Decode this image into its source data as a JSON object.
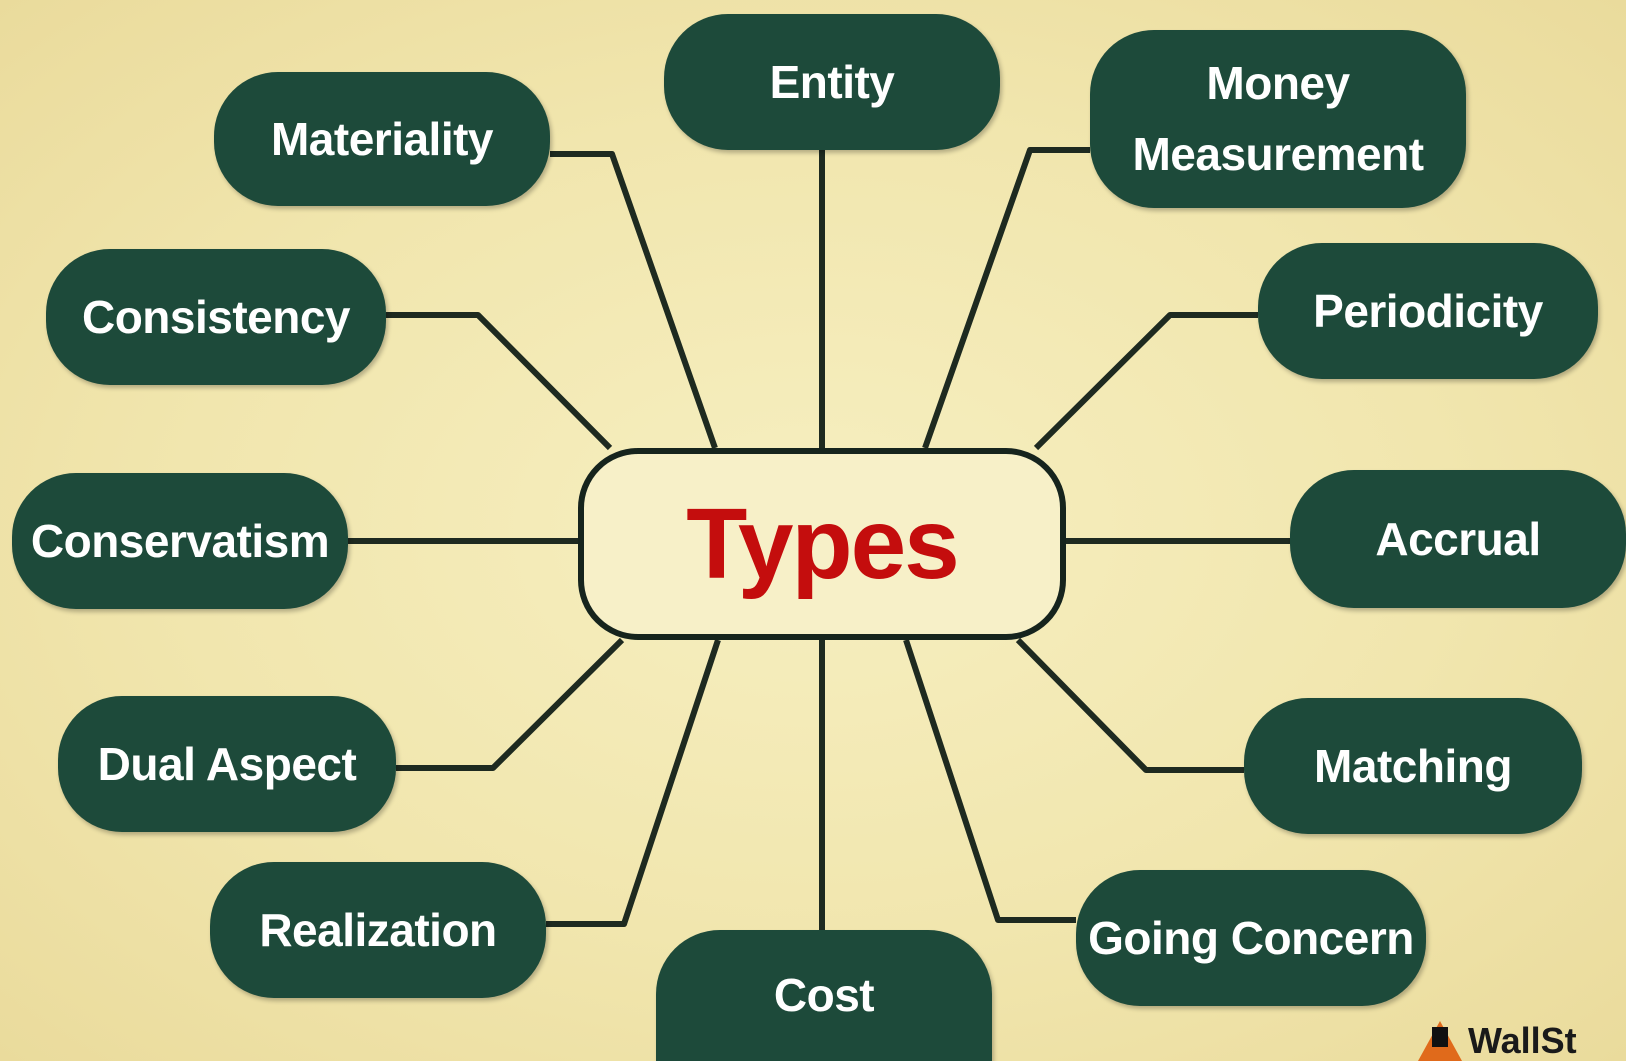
{
  "diagram": {
    "center": "Types",
    "nodes": {
      "entity": "Entity",
      "money_line1": "Money",
      "money_line2": "Measurement",
      "materiality": "Materiality",
      "consistency": "Consistency",
      "periodicity": "Periodicity",
      "conservatism": "Conservatism",
      "accrual": "Accrual",
      "dual_aspect": "Dual Aspect",
      "matching": "Matching",
      "realization": "Realization",
      "going_concern": "Going Concern",
      "cost": "Cost"
    },
    "watermark": "WallSt"
  },
  "colors": {
    "node_fill": "#1d4a3a",
    "node_text": "#ffffff",
    "center_text": "#c40d0d",
    "connector": "#1e2a20",
    "background": "#f3eab7"
  }
}
